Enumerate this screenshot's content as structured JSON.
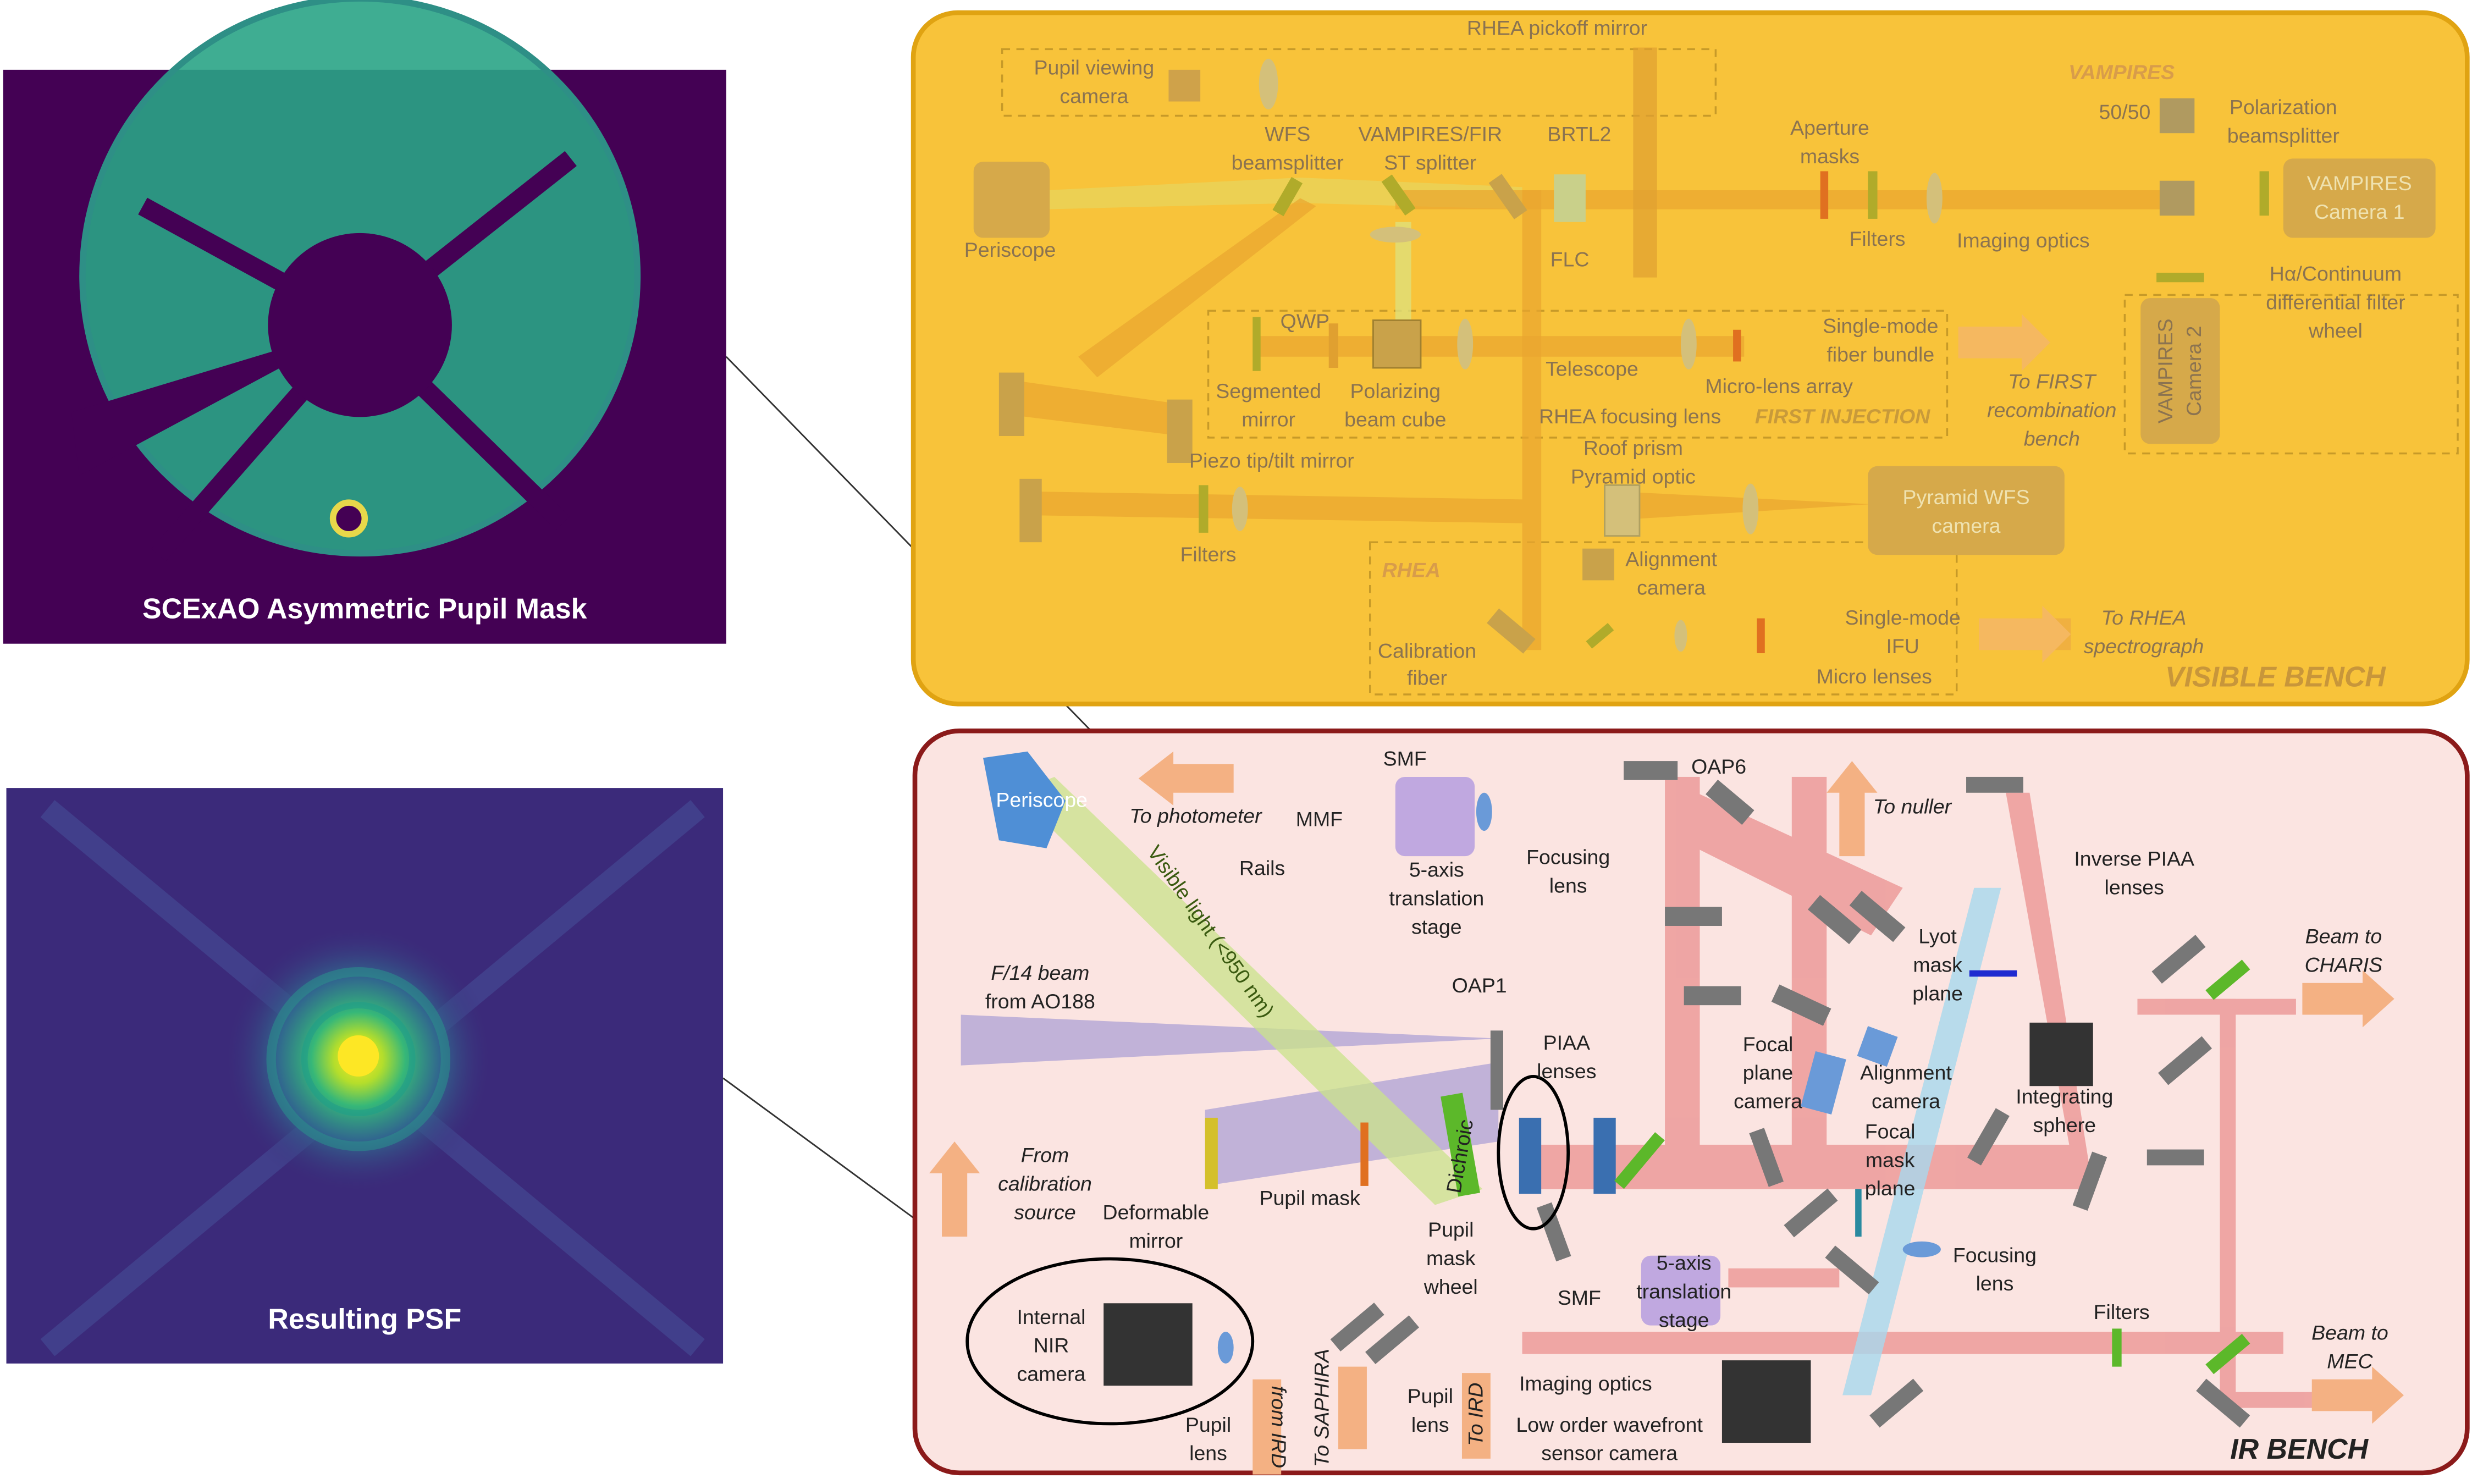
{
  "panels": {
    "pupil_caption": "SCExAO Asymmetric Pupil Mask",
    "psf_caption": "Resulting PSF"
  },
  "visible_bench": {
    "title": "VISIBLE BENCH",
    "labels": {
      "rhea_pickoff": "RHEA pickoff mirror",
      "pupil_viewing_1": "Pupil viewing",
      "pupil_viewing_2": "camera",
      "vampires": "VAMPIRES",
      "fifty_fifty": "50/50",
      "pol_bs_1": "Polarization",
      "pol_bs_2": "beamsplitter",
      "wfs_bs_1": "WFS",
      "wfs_bs_2": "beamsplitter",
      "vamp_fir_1": "VAMPIRES/FIR",
      "vamp_fir_2": "ST splitter",
      "brtl2": "BRTL2",
      "aperture_1": "Aperture",
      "aperture_2": "masks",
      "vamp_cam1_1": "VAMPIRES",
      "vamp_cam1_2": "Camera 1",
      "periscope": "Periscope",
      "flc": "FLC",
      "filters_top": "Filters",
      "imaging_optics": "Imaging optics",
      "halpha_1": "Hα/Continuum",
      "halpha_2": "differential filter",
      "halpha_3": "wheel",
      "qwp": "QWP",
      "smf_bundle_1": "Single-mode",
      "smf_bundle_2": "fiber bundle",
      "seg_mirror_1": "Segmented",
      "seg_mirror_2": "mirror",
      "pbc_1": "Polarizing",
      "pbc_2": "beam cube",
      "telescope": "Telescope",
      "microlens_array": "Micro-lens array",
      "to_first_1": "To FIRST",
      "to_first_2": "recombination",
      "to_first_3": "bench",
      "vamp_cam2_1": "VAMPIRES",
      "vamp_cam2_2": "Camera 2",
      "rhea_focusing": "RHEA focusing lens",
      "first_injection": "FIRST INJECTION",
      "roof_prism": "Roof prism",
      "pyramid_optic": "Pyramid optic",
      "piezo": "Piezo tip/tilt mirror",
      "pyr_cam_1": "Pyramid WFS",
      "pyr_cam_2": "camera",
      "filters_mid": "Filters",
      "rhea": "RHEA",
      "align_cam_1": "Alignment",
      "align_cam_2": "camera",
      "smf_ifu_1": "Single-mode",
      "smf_ifu_2": "IFU",
      "to_rhea_1": "To RHEA",
      "to_rhea_2": "spectrograph",
      "calib_fiber_1": "Calibration",
      "calib_fiber_2": "fiber",
      "micro_lenses": "Micro lenses"
    }
  },
  "ir_bench": {
    "title": "IR BENCH",
    "labels": {
      "periscope": "Periscope",
      "smf": "SMF",
      "to_photometer": "To photometer",
      "mmf": "MMF",
      "rails": "Rails",
      "xyz_stage_1": "5-axis",
      "xyz_stage_2": "translation",
      "xyz_stage_3": "stage",
      "focusing_lens_1": "Focusing",
      "focusing_lens_2": "lens",
      "oap6": "OAP6",
      "to_nuller": "To nuller",
      "inv_piaa_1": "Inverse PIAA",
      "inv_piaa_2": "lenses",
      "visible_light": "Visible light (<950 nm)",
      "lyot_1": "Lyot",
      "lyot_2": "mask",
      "lyot_3": "plane",
      "beam_charis_1": "Beam to",
      "beam_charis_2": "CHARIS",
      "f14_1": "F/14 beam",
      "f14_2": "from AO188",
      "oap1": "OAP1",
      "piaa_1": "PIAA",
      "piaa_2": "lenses",
      "focal_cam_1": "Focal",
      "focal_cam_2": "plane",
      "focal_cam_3": "camera",
      "align_cam_1": "Alignment",
      "align_cam_2": "camera",
      "integrating_1": "Integrating",
      "integrating_2": "sphere",
      "focal_mask_1": "Focal",
      "focal_mask_2": "mask",
      "focal_mask_3": "plane",
      "calib_src_1": "From",
      "calib_src_2": "calibration",
      "calib_src_3": "source",
      "dm_1": "Deformable",
      "dm_2": "mirror",
      "pupil_mask": "Pupil mask",
      "dichroic": "Dichroic",
      "pmw_1": "Pupil",
      "pmw_2": "mask",
      "pmw_3": "wheel",
      "focusing_lens2_1": "Focusing",
      "focusing_lens2_2": "lens",
      "smf2": "SMF",
      "xyz2_1": "5-axis",
      "xyz2_2": "translation",
      "xyz2_3": "stage",
      "filters": "Filters",
      "nir_1": "Internal",
      "nir_2": "NIR",
      "nir_3": "camera",
      "beam_mec_1": "Beam to",
      "beam_mec_2": "MEC",
      "pupil_lens_1": "Pupil",
      "pupil_lens_2": "lens",
      "from_ird": "from IRD",
      "to_saphira": "To SAPHIRA",
      "pupil_lens2_1": "Pupil",
      "pupil_lens2_2": "lens",
      "to_ird": "To IRD",
      "imaging_optics": "Imaging optics",
      "lowfs_1": "Low order wavefront",
      "lowfs_2": "sensor camera"
    }
  },
  "colors": {
    "visible_fill": "#f8c33a",
    "visible_border": "#e0a312",
    "ir_fill": "#fbe4e1",
    "ir_border": "#8b1a1a",
    "viridis_dark": "#440154",
    "viridis_teal": "#2a9d8f",
    "psf_bg": "#3b2a7a",
    "beam_red": "#e57373",
    "arrow_peach": "#f4b183"
  }
}
